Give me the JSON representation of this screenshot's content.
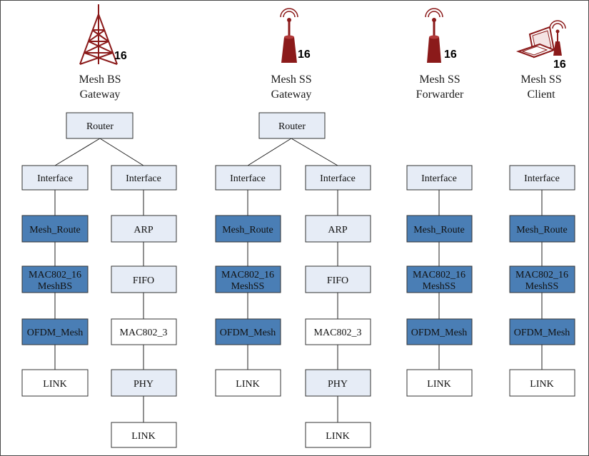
{
  "colors": {
    "dark_box": "#4a7eb5",
    "light_box": "#e6ecf6",
    "white_box": "#ffffff",
    "tower": "#8b1a1a",
    "line": "#222222"
  },
  "nodes": [
    {
      "line1": "Mesh BS",
      "line2": "Gateway",
      "icon": "tower-icon",
      "badge": "16"
    },
    {
      "line1": "Mesh SS",
      "line2": "Gateway",
      "icon": "antenna-icon",
      "badge": "16"
    },
    {
      "line1": "Mesh SS",
      "line2": "Forwarder",
      "icon": "antenna-icon",
      "badge": "16"
    },
    {
      "line1": "Mesh SS",
      "line2": "Client",
      "icon": "laptop-antenna-icon",
      "badge": "16"
    }
  ],
  "boxes": {
    "router_bs": "Router",
    "router_ss": "Router",
    "col1": [
      "Interface",
      "Mesh_Route",
      "MAC802_16",
      "MeshBS",
      "OFDM_Mesh",
      "LINK"
    ],
    "col2": [
      "Interface",
      "ARP",
      "FIFO",
      "MAC802_3",
      "PHY",
      "LINK"
    ],
    "col3": [
      "Interface",
      "Mesh_Route",
      "MAC802_16",
      "MeshSS",
      "OFDM_Mesh",
      "LINK"
    ],
    "col4": [
      "Interface",
      "ARP",
      "FIFO",
      "MAC802_3",
      "PHY",
      "LINK"
    ],
    "col5": [
      "Interface",
      "Mesh_Route",
      "MAC802_16",
      "MeshSS",
      "OFDM_Mesh",
      "LINK"
    ],
    "col6": [
      "Interface",
      "Mesh_Route",
      "MAC802_16",
      "MeshSS",
      "OFDM_Mesh",
      "LINK"
    ]
  }
}
